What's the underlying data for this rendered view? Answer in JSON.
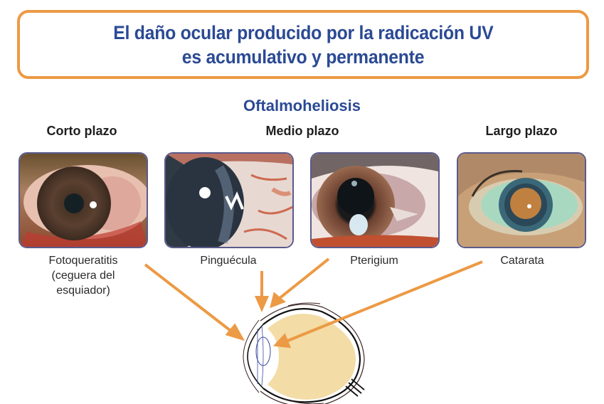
{
  "header": {
    "line1": "El daño ocular producido por la radicación UV",
    "line2": "es acumulativo y permanente"
  },
  "subtitle": "Oftalmoheliosis",
  "stages": [
    {
      "label": "Corto plazo"
    },
    {
      "label": "Medio plazo"
    },
    {
      "label": "Largo plazo"
    }
  ],
  "conditions": [
    {
      "caption_lines": [
        "Fotoqueratitis",
        "(ceguera del",
        "esquiador)"
      ],
      "image": "red-irritated-brown-eye-photo"
    },
    {
      "caption_lines": [
        "Pinguécula"
      ],
      "image": "pinguecula-eye-closeup-photo"
    },
    {
      "caption_lines": [
        "Pterigium"
      ],
      "image": "pterygium-eye-photo"
    },
    {
      "caption_lines": [
        "Catarata"
      ],
      "image": "cataract-eye-photo"
    }
  ],
  "diagram": {
    "type": "eye-cross-section",
    "arrows_to": [
      "cornea",
      "conjunctiva",
      "conjunctiva",
      "lens"
    ]
  },
  "colors": {
    "accent_orange": "#ec9a45",
    "title_blue": "#2b4a94",
    "card_border": "#5a5a8c",
    "eyeball_fill": "#f3dca6"
  }
}
